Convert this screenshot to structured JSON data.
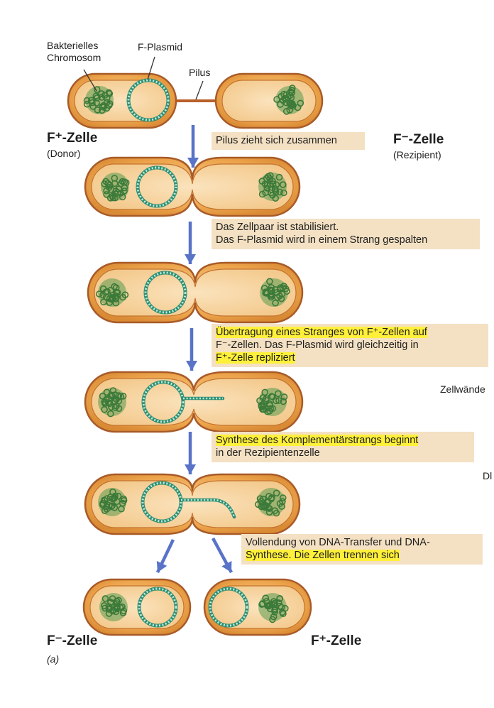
{
  "labels": {
    "bacterial_chromosome_line1": "Bakterielles",
    "bacterial_chromosome_line2": "Chromosom",
    "f_plasmid": "F-Plasmid",
    "pilus": "Pilus",
    "donor_cell": "F⁺-Zelle",
    "donor_role": "(Donor)",
    "recipient_cell": "F⁻-Zelle",
    "recipient_role": "(Rezipient)",
    "result_left": "F⁻-Zelle",
    "result_right": "F⁺-Zelle",
    "panel": "(a)",
    "cutoff_1": "Zellwände",
    "cutoff_2": "Dl"
  },
  "steps": [
    {
      "lines": [
        "Pilus zieht sich zusammen"
      ]
    },
    {
      "lines": [
        "Das Zellpaar ist stabilisiert.",
        "Das F-Plasmid wird in einem Strang gespalten"
      ]
    },
    {
      "lines": [
        "Übertragung eines Stranges von F⁺-Zellen auf",
        "F⁻-Zellen. Das F-Plasmid wird  gleichzeitig in",
        "F⁺-Zelle repliziert"
      ]
    },
    {
      "lines": [
        "Synthese des Komplementärstrangs beginnt",
        "in der Rezipientenzelle"
      ]
    },
    {
      "lines": [
        "Vollendung von DNA-Transfer und DNA-",
        "Synthese. Die Zellen trennen sich"
      ]
    }
  ],
  "colors": {
    "cell_fill": "#eda54c",
    "cell_border": "#a85a28",
    "chromosome": "#3c7a3a",
    "plasmid": "#57b89a",
    "arrow": "#5873c8",
    "highlight": "#fff03a",
    "step_box": "#f4e1c3"
  }
}
